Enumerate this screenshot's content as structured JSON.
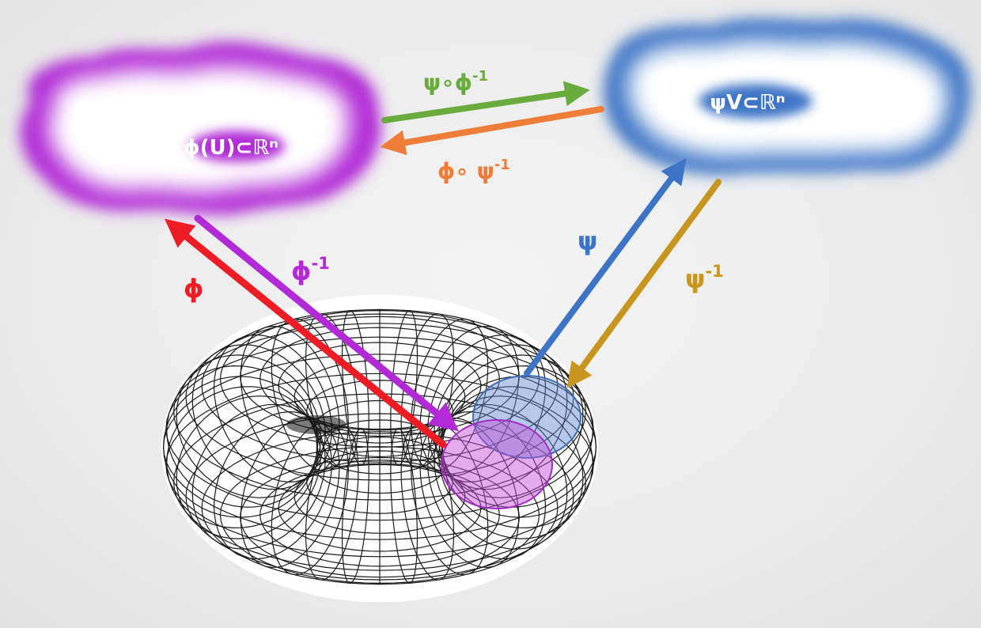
{
  "diagram": {
    "chart_u": {
      "label": "ϕ(U)⊂ℝⁿ",
      "color": "#b12ad6"
    },
    "chart_v": {
      "label": "ψV⊂ℝⁿ",
      "color": "#3e74c6"
    },
    "transition_psi_phi_inv": {
      "label": "ψ∘ϕ",
      "exponent": "-1",
      "color": "#6aab3d"
    },
    "transition_phi_psi_inv": {
      "label": "ϕ∘ ψ",
      "exponent": "-1",
      "color": "#ee7d3a"
    },
    "map_phi": {
      "label": "ϕ",
      "color": "#ee1c25"
    },
    "map_phi_inv": {
      "label": "ϕ",
      "exponent": "-1",
      "color": "#b12ad6"
    },
    "map_psi": {
      "label": "ψ",
      "color": "#3e74c6"
    },
    "map_psi_inv": {
      "label": "ψ",
      "exponent": "-1",
      "color": "#c8961e"
    },
    "manifold": {
      "name": "torus",
      "patch_u_color": "#c04fd8",
      "patch_v_color": "#5b86cf"
    }
  }
}
